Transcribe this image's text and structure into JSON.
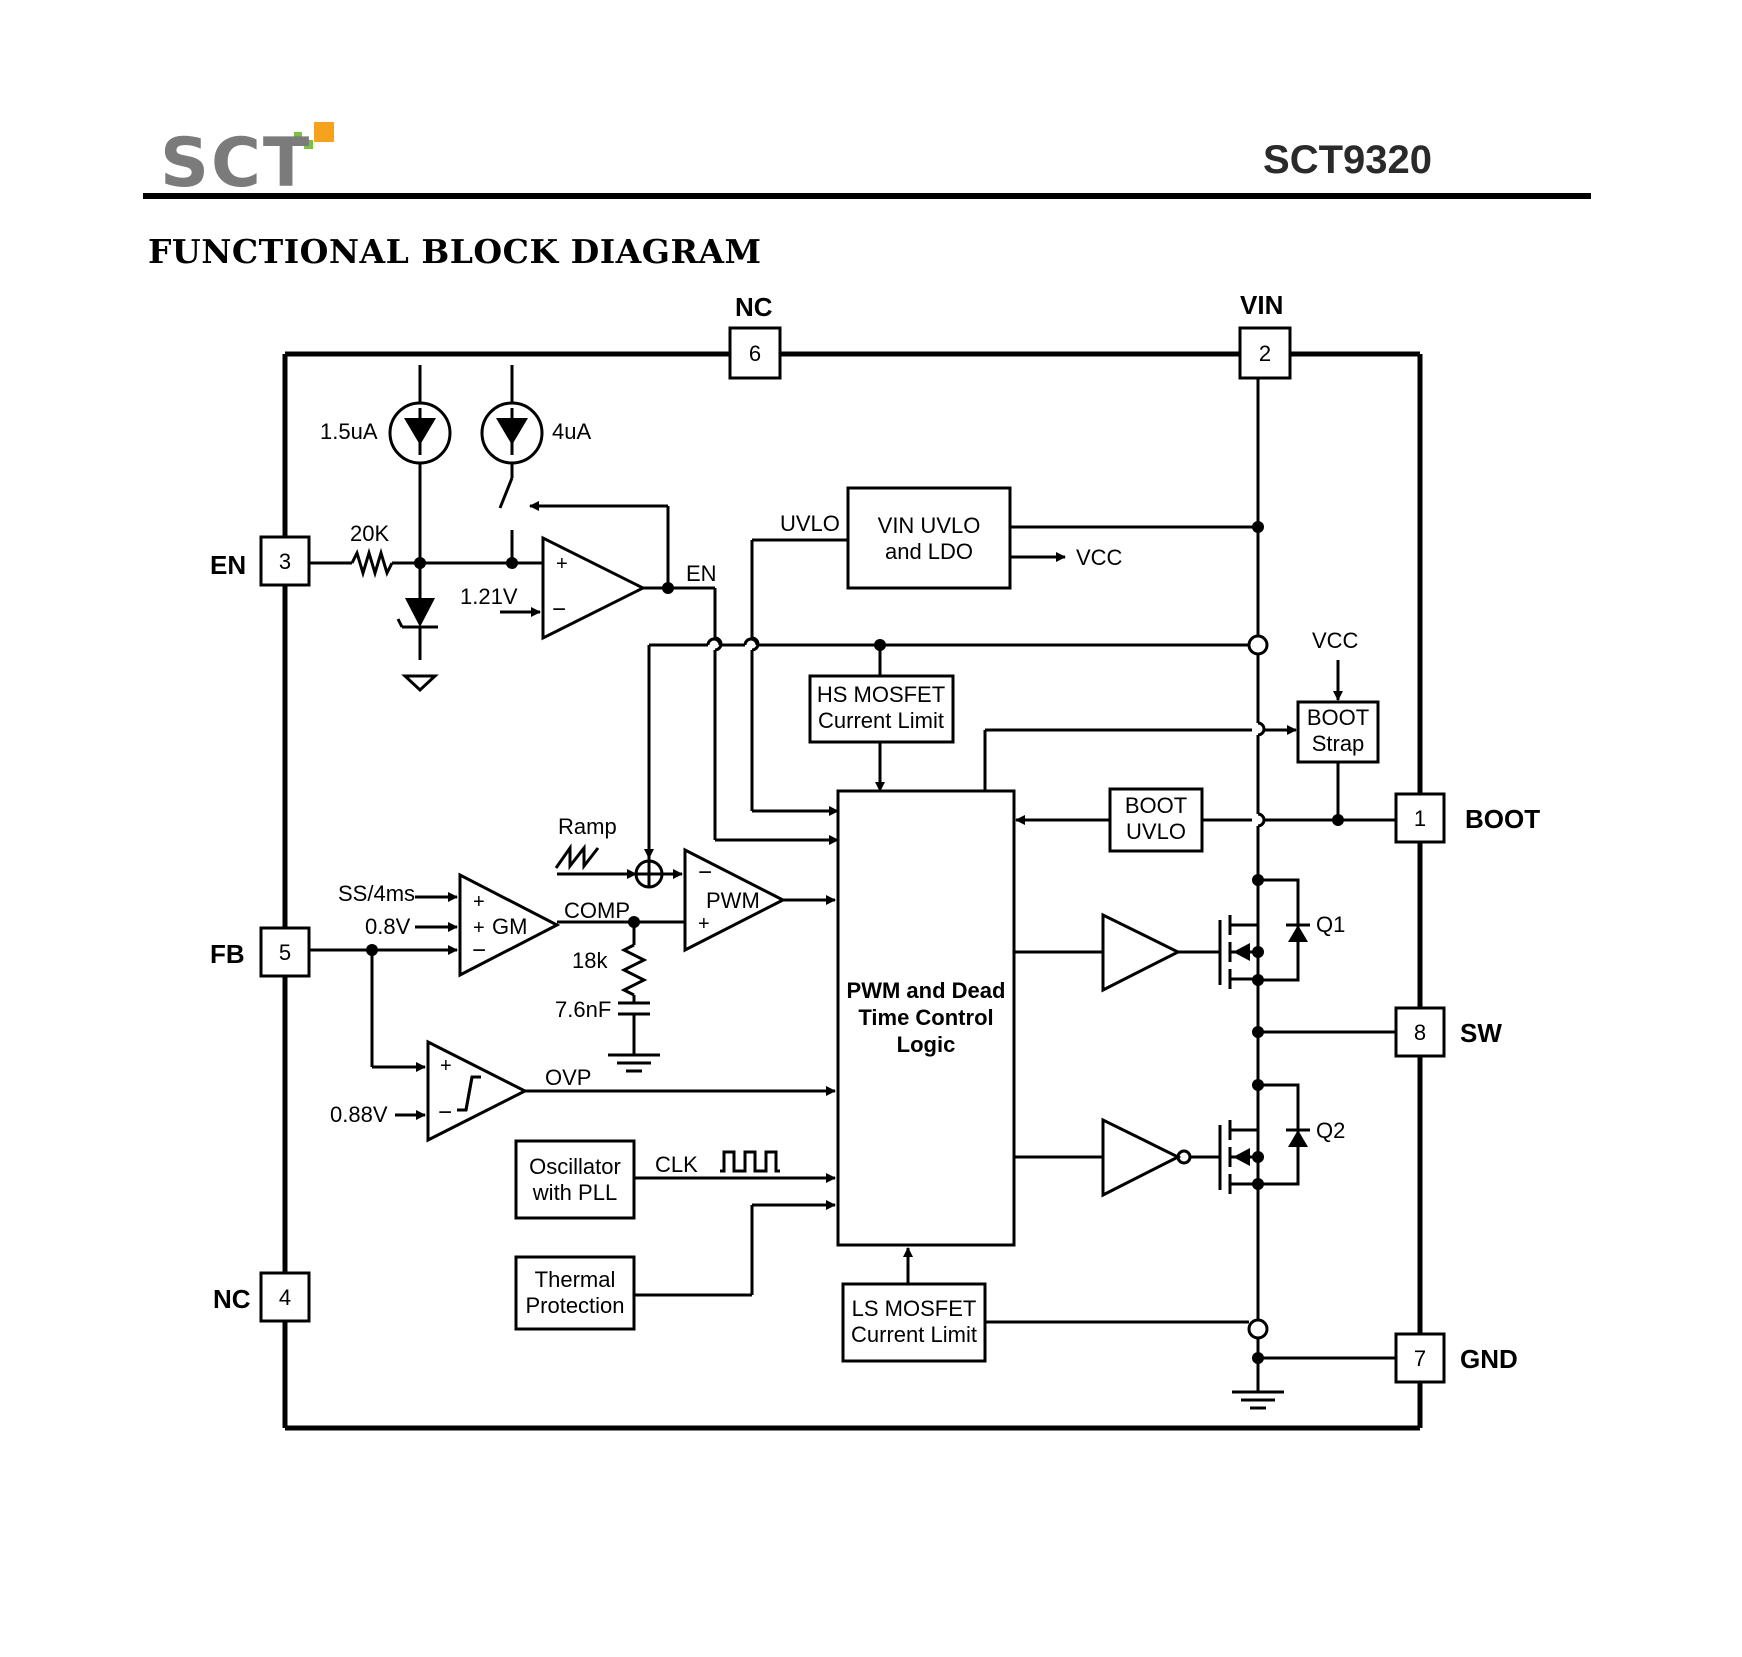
{
  "header": {
    "logo_text": "SCT",
    "part_number": "SCT9320",
    "section_title": "FUNCTIONAL BLOCK DIAGRAM"
  },
  "colors": {
    "logo_gray": "#7b7b7b",
    "logo_orange": "#f6a21c",
    "logo_green": "#7cc242",
    "line": "#000000"
  },
  "pins": {
    "p6": {
      "num": "6",
      "name": "NC"
    },
    "p2": {
      "num": "2",
      "name": "VIN"
    },
    "p3": {
      "num": "3",
      "name": "EN"
    },
    "p5": {
      "num": "5",
      "name": "FB"
    },
    "p4": {
      "num": "4",
      "name": "NC"
    },
    "p1": {
      "num": "1",
      "name": "BOOT"
    },
    "p8": {
      "num": "8",
      "name": "SW"
    },
    "p7": {
      "num": "7",
      "name": "GND"
    }
  },
  "blocks": {
    "vin_uvlo": [
      "VIN UVLO",
      "and LDO"
    ],
    "hs_limit": [
      "HS MOSFET",
      "Current Limit"
    ],
    "boot_strap": [
      "BOOT",
      "Strap"
    ],
    "boot_uvlo": [
      "BOOT",
      "UVLO"
    ],
    "pwm_logic": [
      "PWM and Dead",
      "Time Control",
      "Logic"
    ],
    "oscillator": [
      "Oscillator",
      "with PLL"
    ],
    "thermal": [
      "Thermal",
      "Protection"
    ],
    "ls_limit": [
      "LS MOSFET",
      "Current Limit"
    ]
  },
  "labels": {
    "i1": "1.5uA",
    "i2": "4uA",
    "r_en": "20K",
    "vref_en": "1.21V",
    "en_net": "EN",
    "uvlo_net": "UVLO",
    "vcc_out": "VCC",
    "vcc_in": "VCC",
    "ramp": "Ramp",
    "ss": "SS/4ms",
    "vref_fb": "0.8V",
    "gm": "GM",
    "comp": "COMP",
    "pwm": "PWM",
    "r_comp": "18k",
    "c_comp": "7.6nF",
    "ovp": "OVP",
    "vref_ovp": "0.88V",
    "clk": "CLK",
    "q1": "Q1",
    "q2": "Q2",
    "plus": "+",
    "minus": "−"
  }
}
